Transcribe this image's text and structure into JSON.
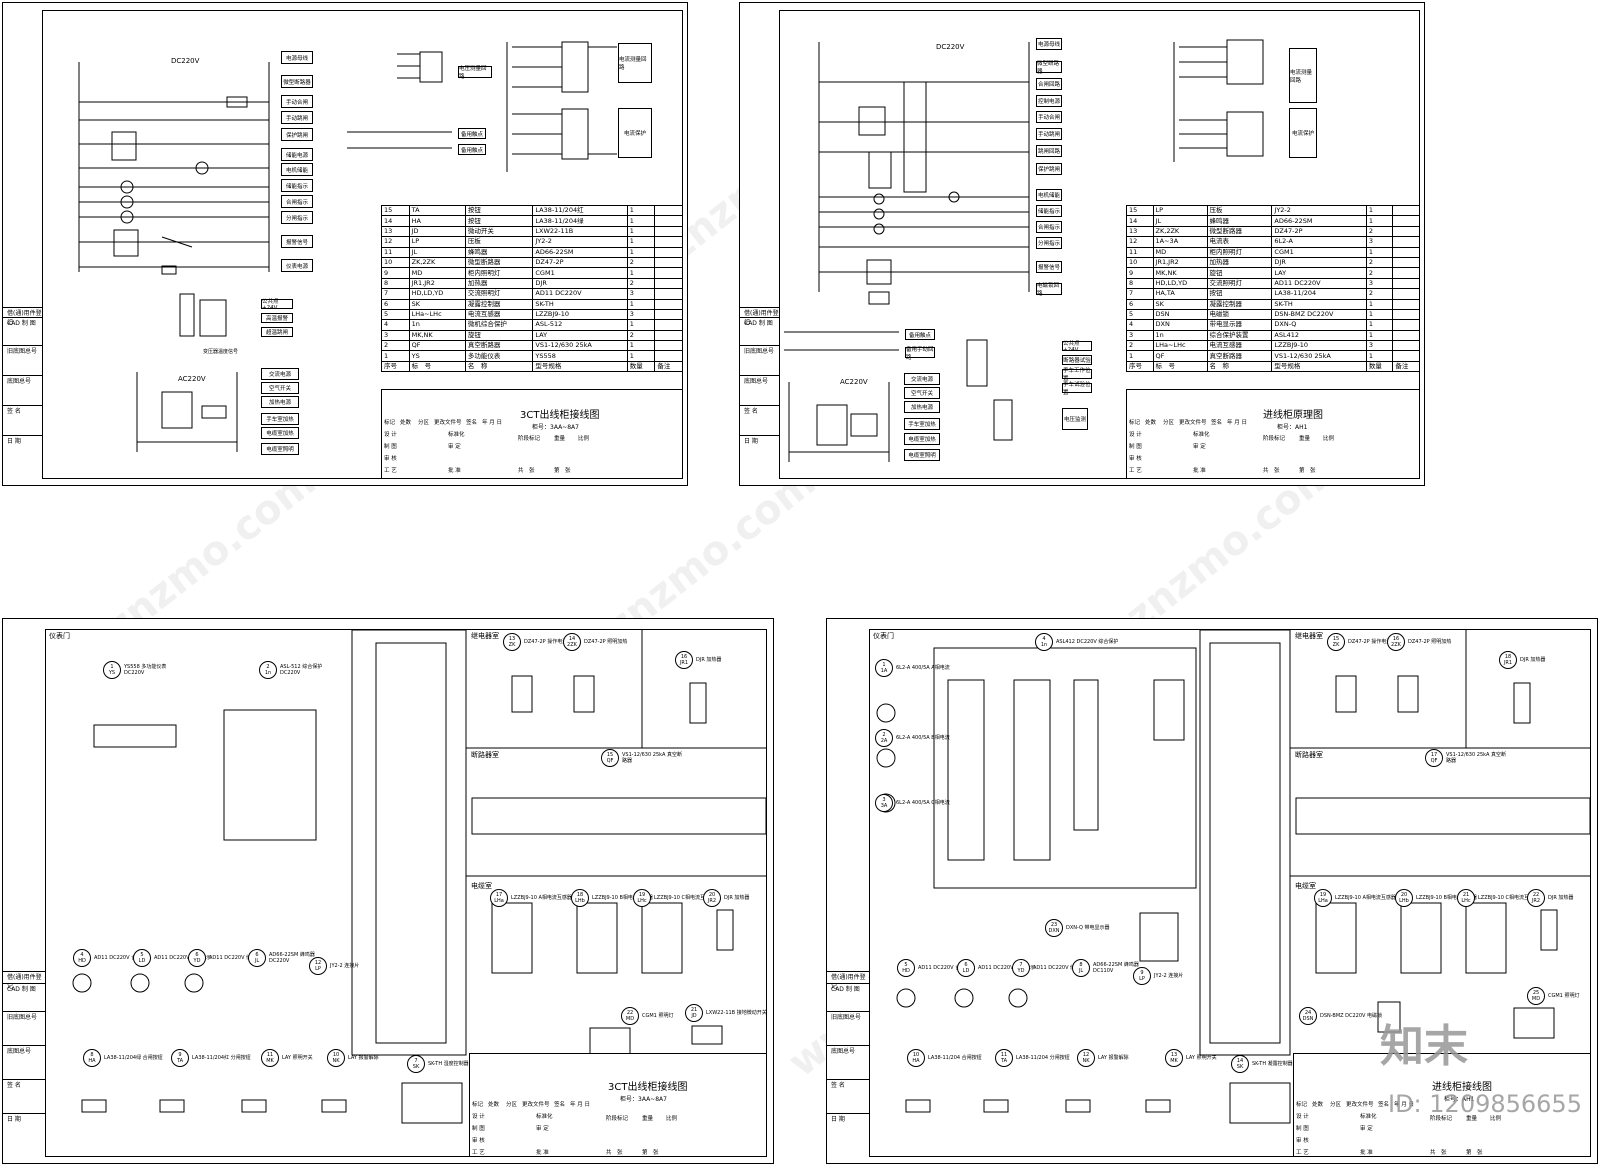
{
  "watermark": "www.znzmo.com",
  "sheet1": {
    "title": "3CT出线柜接线图",
    "subtitle": "柜号：3AA~8A7",
    "dc_label": "DC220V",
    "ac_label": "AC220V",
    "side_labels": [
      "电源母线",
      "微型断路器",
      "手动合闸",
      "手动跳闸",
      "保护跳闸",
      "储能电源",
      "电机储能",
      "储能指示",
      "合闸指示",
      "分闸指示",
      "报警信号",
      "仪表电源"
    ],
    "ac_labels": [
      "交流电源",
      "空气开关",
      "加热电源",
      "手车室加热",
      "电缆室加热",
      "电缆室照明"
    ],
    "mid_labels": [
      "电压测量回路",
      "备用触点",
      "备用触点"
    ],
    "right_labels": [
      "电流测量回路",
      "电流保护"
    ],
    "small_labels": [
      "公共点+24V",
      "高温报警",
      "超温跳闸"
    ],
    "small_caption": "变压器温度信号",
    "rows": [
      [
        "15",
        "TA",
        "按钮",
        "LA38-11/204红",
        "1"
      ],
      [
        "14",
        "HA",
        "按钮",
        "LA38-11/204绿",
        "1"
      ],
      [
        "13",
        "JD",
        "微动开关",
        "LXW22-11B",
        "1"
      ],
      [
        "12",
        "LP",
        "压板",
        "JY2-2",
        "1"
      ],
      [
        "11",
        "JL",
        "蜂鸣器",
        "AD66-22SM",
        "1"
      ],
      [
        "10",
        "ZK,2ZK",
        "微型断路器",
        "DZ47-2P",
        "2"
      ],
      [
        "9",
        "MD",
        "柜内照明灯",
        "CGM1",
        "1"
      ],
      [
        "8",
        "JR1,JR2",
        "加热器",
        "DJR",
        "2"
      ],
      [
        "7",
        "HD,LD,YD",
        "交流照明灯",
        "AD11 DC220V",
        "3"
      ],
      [
        "6",
        "SK",
        "凝露控制器",
        "SK-TH",
        "1"
      ],
      [
        "5",
        "LHa~LHc",
        "电流互感器",
        "LZZBJ9-10",
        "3"
      ],
      [
        "4",
        "1n",
        "微机综合保护",
        "ASL-512",
        "1"
      ],
      [
        "3",
        "MK,NK",
        "旋钮",
        "LAY",
        "2"
      ],
      [
        "2",
        "QF",
        "真空断路器",
        "VS1-12/630 25kA",
        "1"
      ],
      [
        "1",
        "YS",
        "多功能仪表",
        "YS558",
        "1"
      ]
    ]
  },
  "sheet2": {
    "title": "进线柜原理图",
    "subtitle": "柜号：AH1",
    "dc_label": "DC220V",
    "ac_label": "AC220V",
    "side_labels": [
      "电源母线",
      "微型断路器",
      "合闸回路",
      "控制电源",
      "手动合闸",
      "手动跳闸",
      "跳闸回路",
      "保护跳闸",
      "电机储能",
      "储能指示",
      "合闸指示",
      "分闸指示",
      "报警信号",
      "电磁锁回路"
    ],
    "ac_labels": [
      "交流电源",
      "空气开关",
      "加热电源",
      "手车室加热",
      "电缆室加热",
      "电缆室照明"
    ],
    "mid_labels": [
      "备用触点",
      "备用手动回路"
    ],
    "right_labels": [
      "电流测量回路",
      "电流保护"
    ],
    "small_labels": [
      "公共点+24V",
      "断路器试验",
      "手车工作位置",
      "手车试验位置"
    ],
    "small_caption": "电压监测",
    "rows": [
      [
        "15",
        "LP",
        "压板",
        "JY2-2",
        "1"
      ],
      [
        "14",
        "JL",
        "蜂鸣器",
        "AD66-22SM",
        "1"
      ],
      [
        "13",
        "ZK,2ZK",
        "微型断路器",
        "DZ47-2P",
        "2"
      ],
      [
        "12",
        "1A~3A",
        "电流表",
        "6L2-A",
        "3"
      ],
      [
        "11",
        "MD",
        "柜内照明灯",
        "CGM1",
        "1"
      ],
      [
        "10",
        "JR1,JR2",
        "加热器",
        "DJR",
        "2"
      ],
      [
        "9",
        "MK,NK",
        "旋钮",
        "LAY",
        "2"
      ],
      [
        "8",
        "HD,LD,YD",
        "交流照明灯",
        "AD11 DC220V",
        "3"
      ],
      [
        "7",
        "HA,TA",
        "按钮",
        "LA38-11/204",
        "2"
      ],
      [
        "6",
        "SK",
        "凝露控制器",
        "SK-TH",
        "1"
      ],
      [
        "5",
        "DSN",
        "电磁锁",
        "DSN-BMZ DC220V",
        "1"
      ],
      [
        "4",
        "DXN",
        "带电显示器",
        "DXN-Q",
        "1"
      ],
      [
        "3",
        "1n",
        "综合保护装置",
        "ASL412",
        "1"
      ],
      [
        "2",
        "LHa~LHc",
        "电流互感器",
        "LZZBJ9-10",
        "3"
      ],
      [
        "1",
        "QF",
        "真空断路器",
        "VS1-12/630 25kA",
        "1"
      ]
    ]
  },
  "sheet3": {
    "title": "3CT出线柜接线图",
    "subtitle": "柜号：3AA~8A7",
    "zones": [
      "仪表门",
      "继电器室",
      "断路器室",
      "电缆室"
    ],
    "devices": [
      {
        "num": "1",
        "name": "YS",
        "desc": "YS558 多功能仪表 DC220V"
      },
      {
        "num": "2",
        "name": "1n",
        "desc": "ASL-512 综合保护 DC220V"
      },
      {
        "num": "13",
        "name": "ZK",
        "desc": "DZ47-2P 操作电源"
      },
      {
        "num": "14",
        "name": "2ZK",
        "desc": "DZ47-2P 照明加热"
      },
      {
        "num": "16",
        "name": "JR1",
        "desc": "DJR 加热器"
      },
      {
        "num": "15",
        "name": "QF",
        "desc": "VS1-12/630 25kA 真空断路器"
      },
      {
        "num": "17",
        "name": "LHa",
        "desc": "LZZBJ9-10 A相电流互感器"
      },
      {
        "num": "18",
        "name": "LHb",
        "desc": "LZZBJ9-10 B相电流互感器"
      },
      {
        "num": "19",
        "name": "LHc",
        "desc": "LZZBJ9-10 C相电流互感器"
      },
      {
        "num": "20",
        "name": "JR2",
        "desc": "DJR 加热器"
      },
      {
        "num": "4",
        "name": "HD",
        "desc": "AD11 DC220V 合闸指示"
      },
      {
        "num": "5",
        "name": "LD",
        "desc": "AD11 DC220V 分闸指示"
      },
      {
        "num": "6",
        "name": "YD",
        "desc": "AD11 DC220V 储能指示"
      },
      {
        "num": "6",
        "name": "JL",
        "desc": "AD66-22SM 蜂鸣器 DC220V"
      },
      {
        "num": "12",
        "name": "LP",
        "desc": "JY2-2 连接片"
      },
      {
        "num": "8",
        "name": "HA",
        "desc": "LA38-11/204绿 合闸按钮"
      },
      {
        "num": "9",
        "name": "TA",
        "desc": "LA38-11/204红 分闸按钮"
      },
      {
        "num": "11",
        "name": "MK",
        "desc": "LAY 照明开关"
      },
      {
        "num": "10",
        "name": "NK",
        "desc": "LAY 报警解除"
      },
      {
        "num": "7",
        "name": "SK",
        "desc": "SK-TH 湿度控制器"
      },
      {
        "num": "22",
        "name": "MD",
        "desc": "CGM1 照明灯"
      },
      {
        "num": "21",
        "name": "JD",
        "desc": "LXW22-11B 接地微动开关"
      }
    ]
  },
  "sheet4": {
    "title": "进线柜接线图",
    "subtitle": "柜号：AH1",
    "zones": [
      "仪表门",
      "继电器室",
      "断路器室",
      "电缆室"
    ],
    "devices": [
      {
        "num": "1",
        "name": "1A",
        "desc": "6L2-A 400/5A A相电流"
      },
      {
        "num": "2",
        "name": "2A",
        "desc": "6L2-A 400/5A B相电流"
      },
      {
        "num": "3",
        "name": "3A",
        "desc": "6L2-A 400/5A C相电流"
      },
      {
        "num": "4",
        "name": "1n",
        "desc": "ASL412 DC220V 综合保护"
      },
      {
        "num": "15",
        "name": "ZK",
        "desc": "DZ47-2P 操作电源"
      },
      {
        "num": "16",
        "name": "2ZK",
        "desc": "DZ47-2P 照明加热"
      },
      {
        "num": "18",
        "name": "JR1",
        "desc": "DJR 加热器"
      },
      {
        "num": "17",
        "name": "QF",
        "desc": "VS1-12/630 25kA 真空断路器"
      },
      {
        "num": "19",
        "name": "LHa",
        "desc": "LZZBJ9-10 A相电流互感器"
      },
      {
        "num": "20",
        "name": "LHb",
        "desc": "LZZBJ9-10 B相电流互感器"
      },
      {
        "num": "21",
        "name": "LHc",
        "desc": "LZZBJ9-10 C相电流互感器"
      },
      {
        "num": "22",
        "name": "JR2",
        "desc": "DJR 加热器"
      },
      {
        "num": "23",
        "name": "DXN",
        "desc": "DXN-Q 带电显示器"
      },
      {
        "num": "24",
        "name": "DSN",
        "desc": "DSN-BMZ DC220V 电磁锁"
      },
      {
        "num": "25",
        "name": "MD",
        "desc": "CGM1 照明灯"
      },
      {
        "num": "5",
        "name": "HD",
        "desc": "AD11 DC220V 合闸指示"
      },
      {
        "num": "6",
        "name": "LD",
        "desc": "AD11 DC220V 分闸指示"
      },
      {
        "num": "7",
        "name": "YD",
        "desc": "AD11 DC220V 储能指示"
      },
      {
        "num": "8",
        "name": "JL",
        "desc": "AD66-22SM 蜂鸣器 DC110V"
      },
      {
        "num": "9",
        "name": "LP",
        "desc": "JY2-2 连接片"
      },
      {
        "num": "10",
        "name": "HA",
        "desc": "LA38-11/204 合闸按钮"
      },
      {
        "num": "11",
        "name": "TA",
        "desc": "LA38-11/204 分闸按钮"
      },
      {
        "num": "12",
        "name": "NK",
        "desc": "LAY 报警解除"
      },
      {
        "num": "13",
        "name": "MK",
        "desc": "LAY 照明开关"
      },
      {
        "num": "14",
        "name": "SK",
        "desc": "SK-TH 凝露控制器"
      }
    ]
  },
  "title_block": {
    "header": [
      "标记",
      "处数",
      "分区",
      "更改文件号",
      "签名",
      "年 月 日"
    ],
    "left": [
      "设 计",
      "制 图",
      "审 核",
      "工 艺"
    ],
    "mid": [
      "标准化",
      "审 定",
      "",
      "批 准"
    ],
    "stage": [
      "阶段标记",
      "重量",
      "比例"
    ],
    "sheets": [
      "共　张",
      "第　张"
    ],
    "table_header": [
      "序号",
      "标　号",
      "名　称",
      "型号规格",
      "数量",
      "备注"
    ]
  },
  "margin_labels": [
    "借(通)用件登记",
    "CAD 制 图",
    "旧底图总号",
    "底图总号",
    "签 名",
    "日 期"
  ],
  "stamp": {
    "brand": "知末",
    "id": "ID: 1209856655"
  }
}
